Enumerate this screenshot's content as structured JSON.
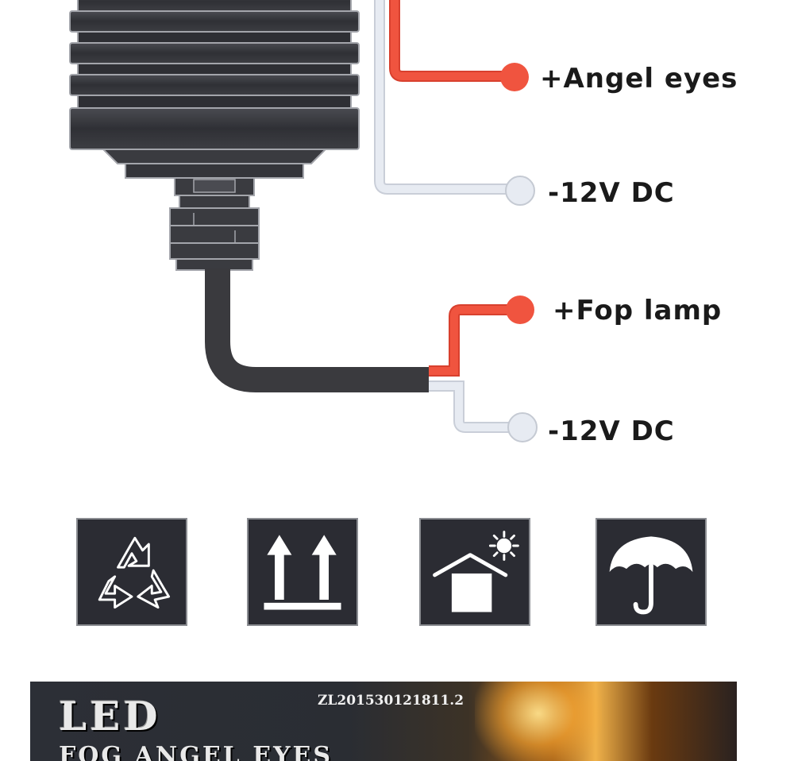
{
  "labels": {
    "angel_eyes_positive": "+Angel eyes",
    "angel_eyes_negative": "-12V DC",
    "fog_lamp_positive": "+Fop lamp",
    "fog_lamp_negative": "-12V DC"
  },
  "colors": {
    "body": "#3b3c41",
    "fin_highlight": "#9ea0a6",
    "positive_wire": "#f0543f",
    "negative_wire": "#dfe4ec",
    "icon_bg": "#2b2c33",
    "icon_fg": "#ffffff"
  },
  "icons": [
    "recycle-icon",
    "this-way-up-icon",
    "keep-out-of-sun-icon",
    "keep-dry-icon"
  ],
  "banner": {
    "title": "LED",
    "subtitle": "FOG ANGEL EYES",
    "code": "ZL201530121811.2"
  }
}
